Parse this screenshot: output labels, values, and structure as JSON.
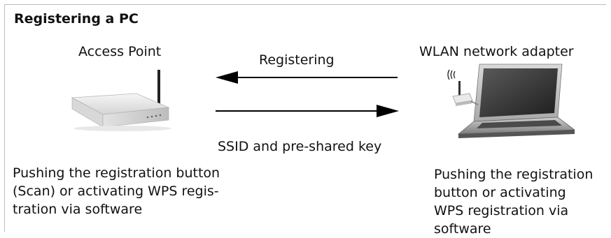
{
  "title": "Registering a PC",
  "access_point_label": "Access Point",
  "adapter_label": "WLAN network adapter",
  "arrow_top_label": "Registering",
  "arrow_bottom_label": "SSID and pre-shared key",
  "left_description": [
    "Pushing the registration button",
    "(Scan) or activating WPS regis-",
    "tration via software"
  ],
  "right_description": [
    "Pushing the registration",
    "button or activating",
    "WPS registration via",
    "software"
  ],
  "icons": {
    "router": "access-point-router-icon",
    "laptop": "laptop-icon",
    "usb_adapter": "wlan-usb-adapter-icon",
    "signal": "wireless-signal-icon"
  },
  "colors": {
    "frame": "#bdbdbd",
    "arrow": "#000000"
  }
}
